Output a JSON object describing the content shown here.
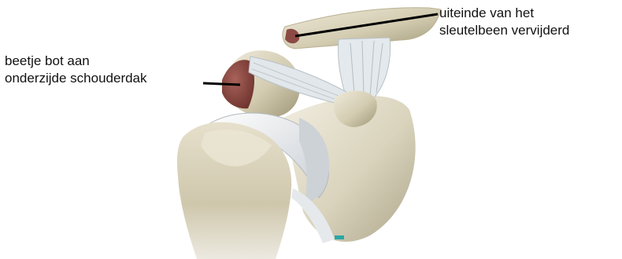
{
  "labels": {
    "clavicle_line1": "uiteinde van het",
    "clavicle_line2": "sleutelbeen vervijderd",
    "acromion_line1": "beetje bot aan",
    "acromion_line2": "onderzijde schouderdak"
  },
  "colors": {
    "background": "#ffffff",
    "bone": "#d8d3bc",
    "bone_shadow": "#a89f80",
    "cartilage": "#e6e8ea",
    "ligament": "#dfe6ea",
    "resected_bone": "#8c4a44",
    "leader_line": "#000000",
    "text": "#111111"
  }
}
